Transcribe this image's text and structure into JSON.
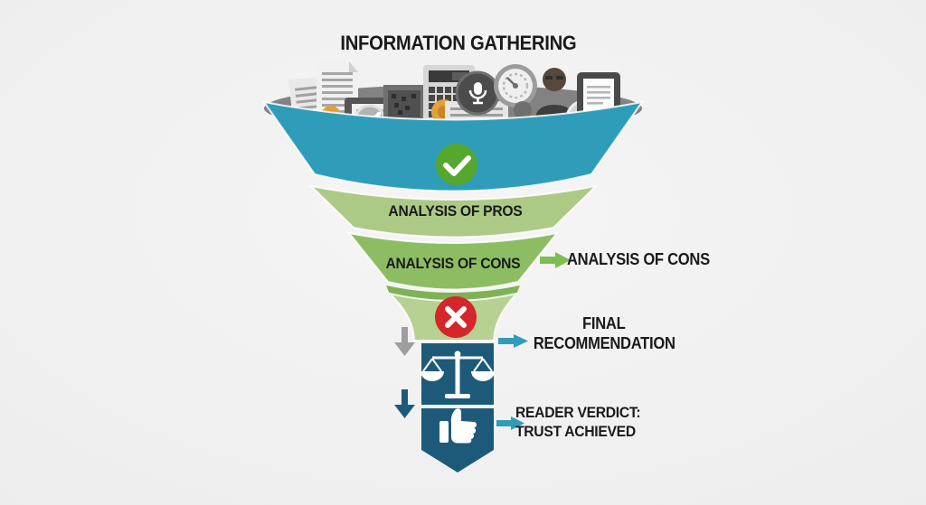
{
  "title": "INFORMATION GATHERING",
  "funnel": {
    "stages": [
      {
        "name": "information-gathering",
        "label": "",
        "color": "#2f9db9",
        "icon": "check-circle-icon"
      },
      {
        "name": "analysis-of-pros",
        "label": "ANALYSIS OF PROS",
        "color": "#adc986"
      },
      {
        "name": "analysis-of-cons",
        "label": "ANALYSIS OF CONS",
        "color": "#8dbd62"
      },
      {
        "name": "filter-out",
        "label": "",
        "color": "#b7d193",
        "icon": "x-circle-icon"
      },
      {
        "name": "weighing",
        "label": "",
        "color": "#1d5a79",
        "icon": "scales-icon"
      },
      {
        "name": "reader-verdict",
        "label": "",
        "color": "#1d5a79",
        "icon": "thumbs-up-icon"
      }
    ]
  },
  "callouts": {
    "cons": {
      "label": "ANALYSIS OF CONS",
      "arrow_color": "#7bbf52"
    },
    "final_recommendation": {
      "line1": "FINAL",
      "line2": "RECOMMENDATION",
      "arrow_color": "#2f9db9"
    },
    "reader_verdict": {
      "line1": "READER VERDICT:",
      "line2": "TRUST ACHIEVED",
      "arrow_color": "#2f9db9"
    }
  },
  "side_arrows": [
    {
      "name": "gray-down-arrow",
      "color": "#9e9e9e"
    },
    {
      "name": "dark-down-arrow",
      "color": "#1d5a79"
    }
  ],
  "top_icons": [
    "document-stack",
    "tall-document",
    "medal",
    "tablet-document",
    "check-badge",
    "data-board",
    "calculator",
    "medal",
    "report",
    "microphone-badge",
    "gauge",
    "reader-pair",
    "analyst",
    "gear-badge",
    "tablet"
  ],
  "colors": {
    "background": "#ededed",
    "funnel_teal": "#2f9db9",
    "pros_green": "#adc986",
    "cons_green": "#8dbd62",
    "neck_green": "#b7d193",
    "neck_strip_green": "#7fb254",
    "dark_blue": "#1d5a79",
    "check_green": "#55a72d",
    "reject_red": "#d5262b",
    "text": "#1a1a1a",
    "gray_arrow": "#9e9e9e"
  }
}
